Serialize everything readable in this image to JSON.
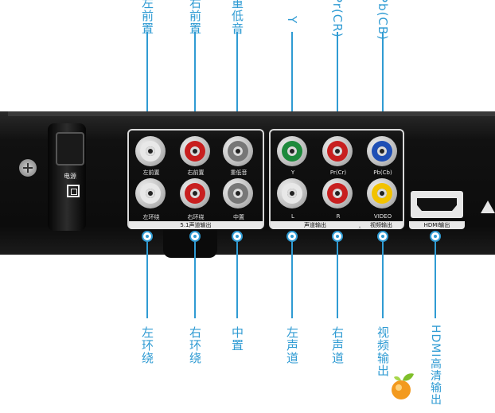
{
  "top_callouts": [
    {
      "id": "front-left",
      "text": "左前置"
    },
    {
      "id": "front-right",
      "text": "右前置"
    },
    {
      "id": "subwoofer",
      "text": "重低音"
    },
    {
      "id": "y",
      "text": "Y"
    },
    {
      "id": "pr",
      "text": "Pr(CR)"
    },
    {
      "id": "pb",
      "text": "Pb(CB)"
    }
  ],
  "bottom_callouts": [
    {
      "id": "surround-left",
      "text": "左环绕"
    },
    {
      "id": "surround-right",
      "text": "右环绕"
    },
    {
      "id": "center",
      "text": "中置"
    },
    {
      "id": "left-audio",
      "text": "左声道"
    },
    {
      "id": "right-audio",
      "text": "右声道"
    },
    {
      "id": "video-out",
      "text": "视频输出"
    },
    {
      "id": "hdmi-out",
      "text": "HDMI高清输出"
    }
  ],
  "panel_labels": {
    "front_left": "左前置",
    "front_right": "右前置",
    "subwoofer": "重低音",
    "surround_left": "左环绕",
    "surround_right": "右环绕",
    "center": "中置",
    "ch51_footer": "5.1声道输出",
    "y": "Y",
    "pr": "Pr(Cr)",
    "pb": "Pb(Cb)",
    "l": "L",
    "r": "R",
    "video": "VIDEO",
    "audio_footer": "声道输出",
    "video_footer": "视频输出",
    "hdmi_footer": "HDMI输出",
    "power": "电源"
  },
  "colors": {
    "callout": "#2f9bd3",
    "jack_white": "#e8e8e8",
    "jack_red": "#c81f1f",
    "jack_gray": "#777777",
    "jack_green": "#1d8a3c",
    "jack_blue": "#1f4fb5",
    "jack_yellow": "#f2c200"
  }
}
